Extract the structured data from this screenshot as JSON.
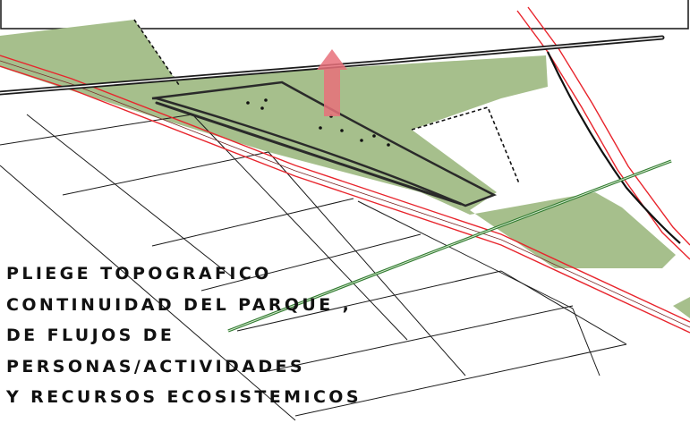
{
  "caption": {
    "lines": [
      "PLIEGE  TOPOGRAFICO",
      "CONTINUIDAD DEL PARQUE ,",
      "DE FLUJOS DE",
      "PERSONAS/ACTIVIDADES",
      "Y RECURSOS ECOSISTEMICOS"
    ]
  },
  "colors": {
    "park_fill": "#a6bf8c",
    "park_fill_light": "#b7cda0",
    "rail_line": "#1c1c1c",
    "road_red": "#e8242c",
    "green_corridor": "#2f7a2f",
    "arrow": "#e8707a",
    "grid_line": "#1a1a1a",
    "building_outline": "#2a2a2a"
  },
  "icons": {
    "flow_arrow": "arrow-up-icon"
  }
}
